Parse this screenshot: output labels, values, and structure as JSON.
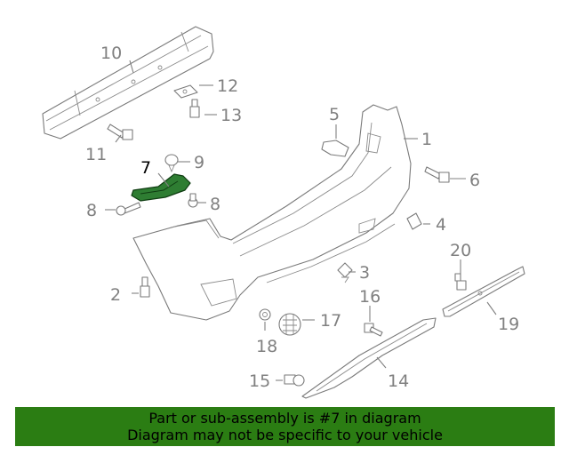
{
  "callouts": {
    "c1": "1",
    "c2": "2",
    "c3": "3",
    "c4": "4",
    "c5": "5",
    "c6": "6",
    "c7": "7",
    "c8a": "8",
    "c8b": "8",
    "c9": "9",
    "c10": "10",
    "c11": "11",
    "c12": "12",
    "c13": "13",
    "c14": "14",
    "c15": "15",
    "c16": "16",
    "c17": "17",
    "c18": "18",
    "c19": "19",
    "c20": "20"
  },
  "highlighted_part": "7",
  "colors": {
    "highlight": "#2e7d32",
    "banner_bg": "#2b7d13",
    "line": "#7a7a7a"
  },
  "banner": {
    "line1": "Part or sub-assembly is #7 in diagram",
    "line2": "Diagram may not be specific to your vehicle"
  }
}
